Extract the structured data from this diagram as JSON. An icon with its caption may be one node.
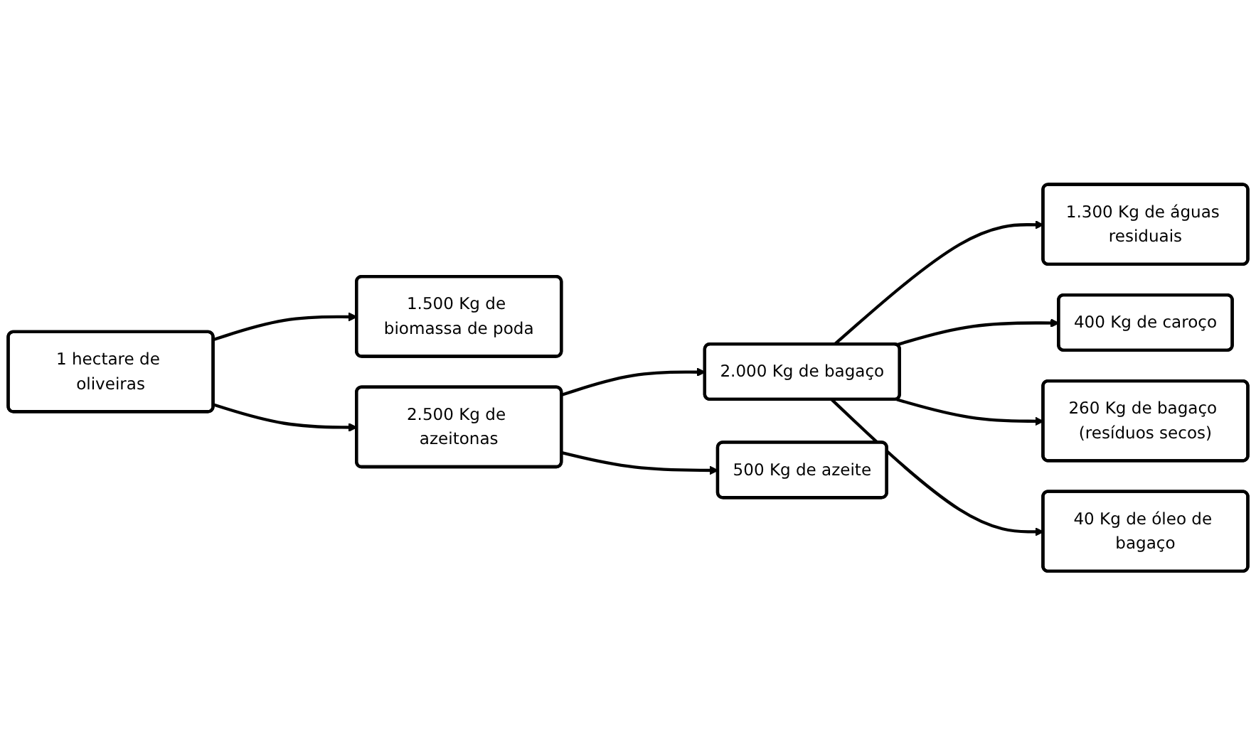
{
  "diagram": {
    "nodes": [
      {
        "text": [
          "1 hectare de oliveiras"
        ]
      },
      {
        "text": [
          "2.500 Kg de azeitonas"
        ]
      },
      {
        "text": [
          "1.500 Kg de biomassa de poda"
        ]
      },
      {
        "text": [
          "500 Kg de azeite"
        ]
      },
      {
        "text": [
          "2.000 Kg de bagaço"
        ]
      },
      {
        "text": [
          "1.300 Kg de águas residuais"
        ]
      },
      {
        "text": [
          "400 Kg de caroço"
        ]
      },
      {
        "text": [
          "260 Kg de bagaço (resíduos secos)"
        ]
      },
      {
        "text": [
          "40 Kg de óleo de bagaço"
        ]
      }
    ],
    "edges": [
      {
        "from": 0,
        "to": 1,
        "arrow": "to"
      },
      {
        "from": 0,
        "to": 2,
        "arrow": "to"
      },
      {
        "from": 1,
        "to": 3,
        "arrow": "to"
      },
      {
        "from": 1,
        "to": 4,
        "arrow": "to"
      },
      {
        "from": 4,
        "to": 5,
        "arrow": "to"
      },
      {
        "from": 4,
        "to": 6,
        "arrow": "to"
      },
      {
        "from": 4,
        "to": 7,
        "arrow": "to"
      },
      {
        "from": 4,
        "to": 8,
        "arrow": "to"
      }
    ]
  }
}
